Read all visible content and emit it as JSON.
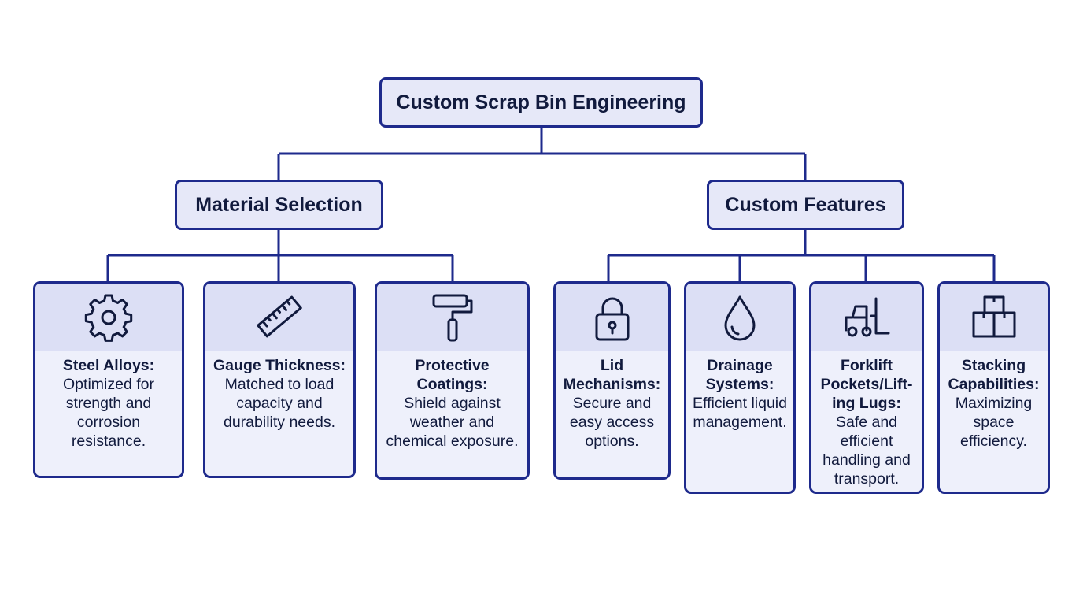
{
  "diagram": {
    "root": {
      "label": "Custom Scrap Bin Engineering"
    },
    "branches": [
      {
        "label": "Material Selection",
        "items": [
          {
            "icon": "gear-icon",
            "title": "Steel Alloys:",
            "desc": "Optimized for strength and corrosion resistance."
          },
          {
            "icon": "ruler-icon",
            "title": "Gauge Thickness:",
            "desc": "Matched to load capacity and durability needs."
          },
          {
            "icon": "paint-roller-icon",
            "title": "Protective Coatings:",
            "desc": "Shield against weather and chemical exposure."
          }
        ]
      },
      {
        "label": "Custom Features",
        "items": [
          {
            "icon": "padlock-icon",
            "title": "Lid Mechanisms:",
            "desc": "Secure and easy access options."
          },
          {
            "icon": "water-drop-icon",
            "title": "Drainage Systems:",
            "desc": "Efficient liquid management."
          },
          {
            "icon": "forklift-icon",
            "title": "Forklift Pockets/Lift-ing Lugs:",
            "desc": "Safe and efficient handling and transport."
          },
          {
            "icon": "stacked-boxes-icon",
            "title": "Stacking Capabilities:",
            "desc": "Maximizing space efficiency."
          }
        ]
      }
    ],
    "colors": {
      "stroke": "#1e2a8c",
      "box_fill": "#e6e8f8",
      "icon_band": "#dcdff5",
      "card_fill": "#eef0fb",
      "text": "#111a3d"
    }
  }
}
